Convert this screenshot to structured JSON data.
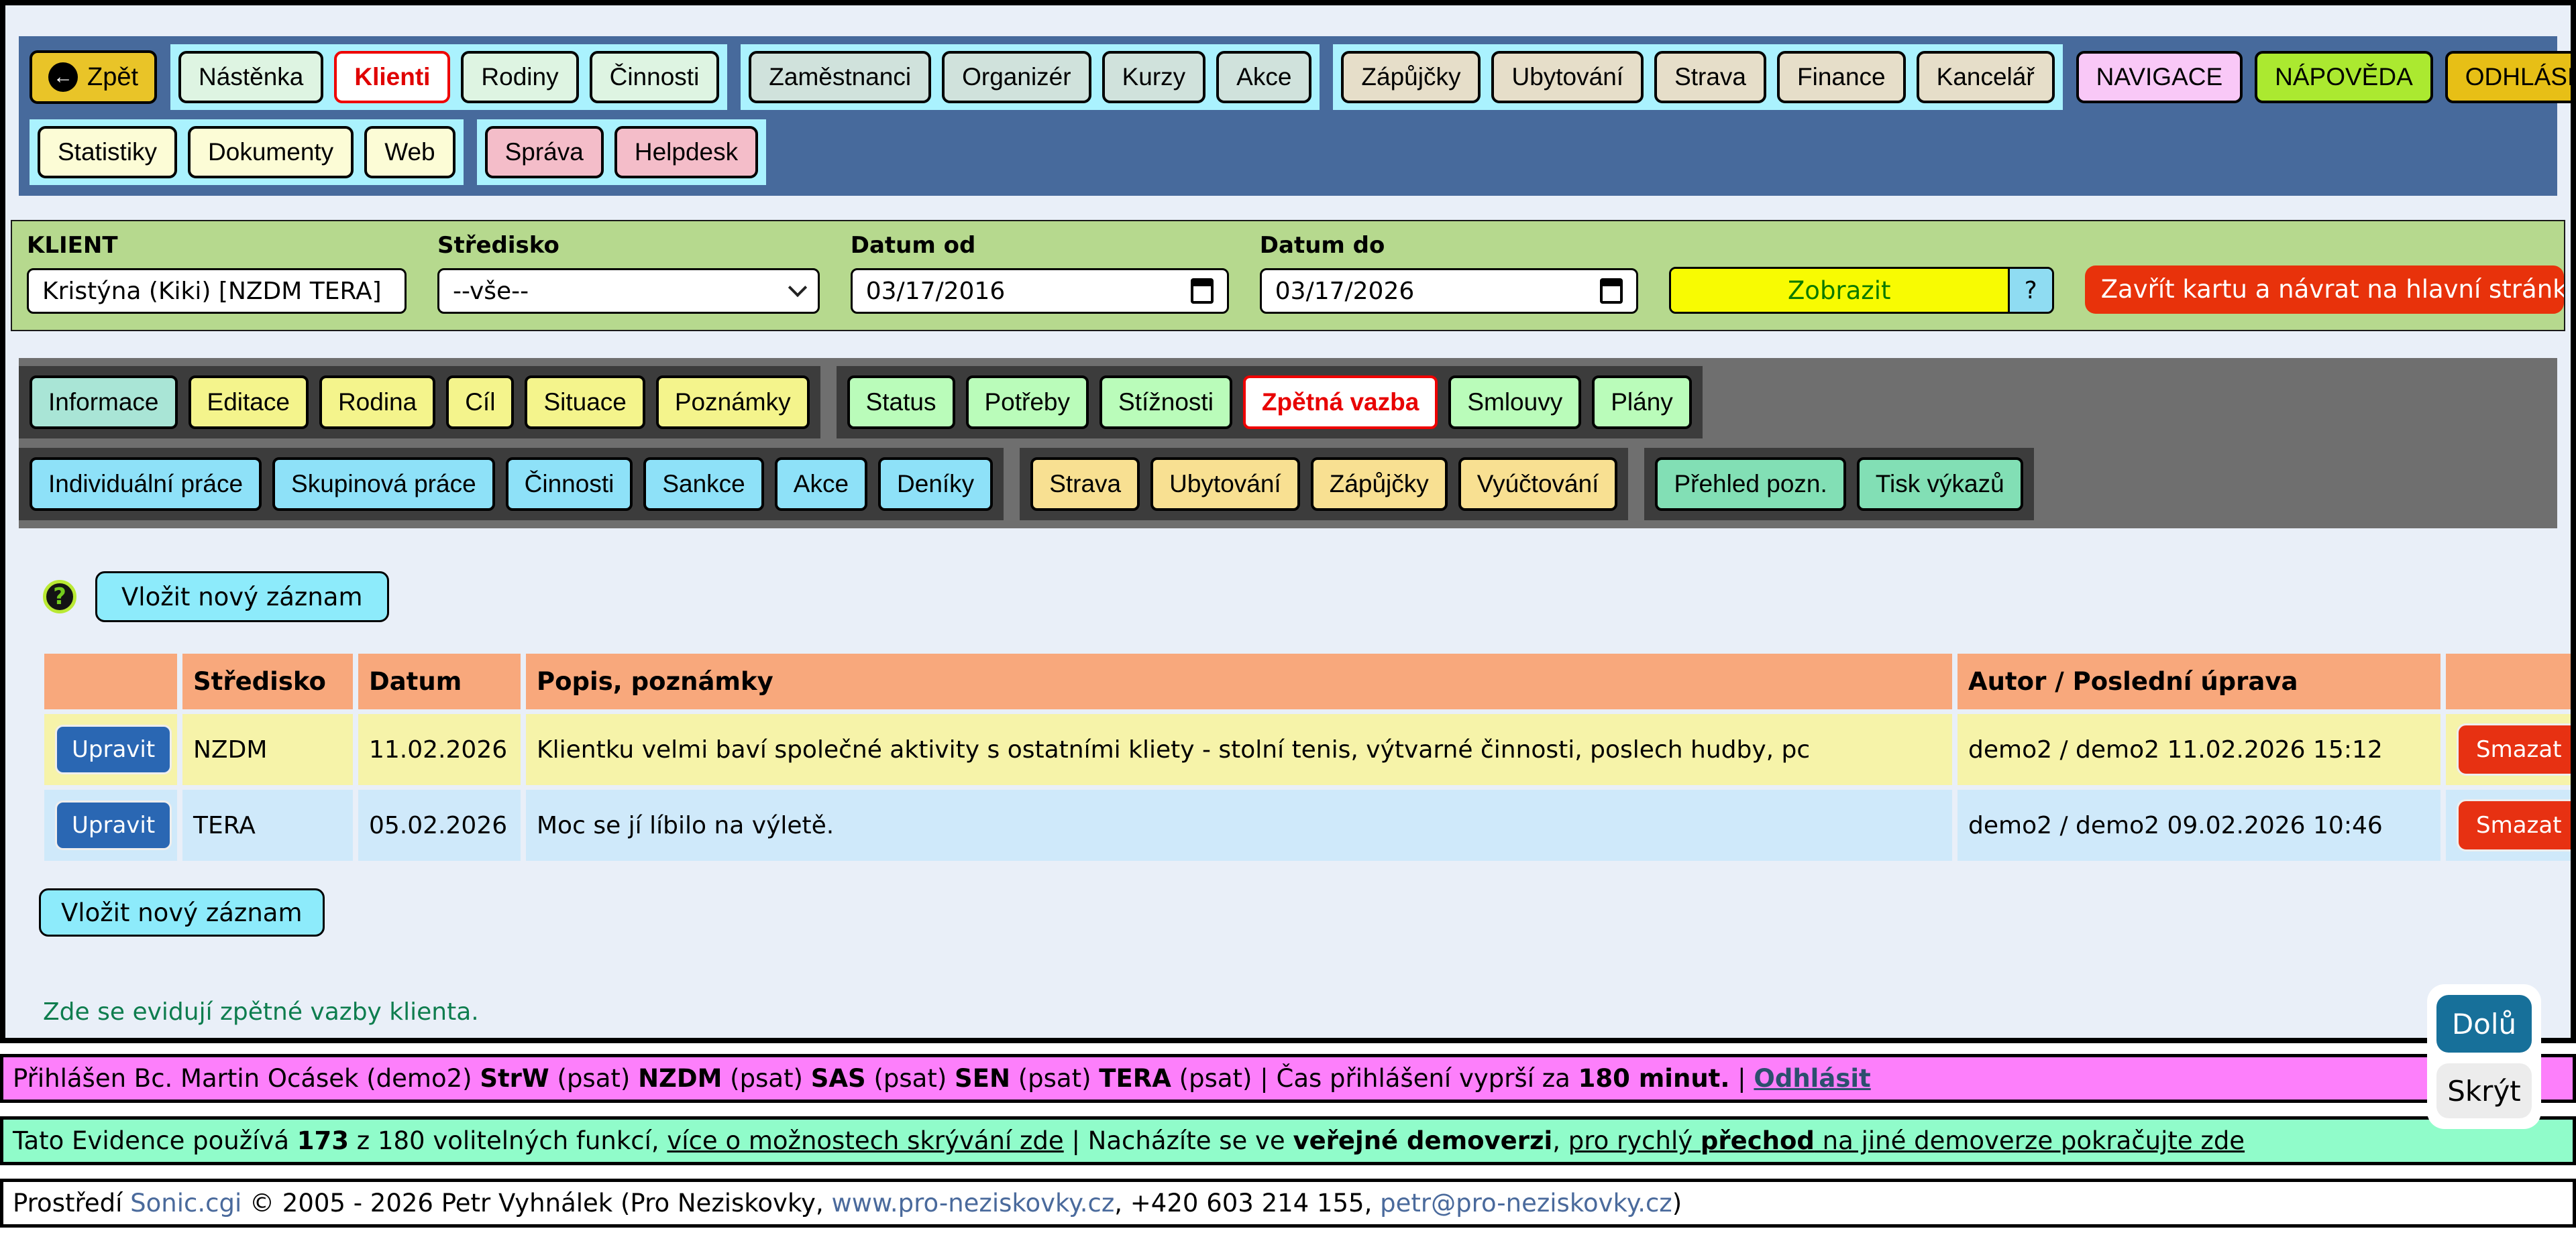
{
  "colors": {
    "nav_bg": "#476a9c",
    "group_bg": "#aaf2fe",
    "frame_bg": "#e9eff8",
    "filter_bg": "#b6d98e",
    "table_header_bg": "#f8a87c",
    "row_yellow": "#f6f3a9",
    "row_blue": "#cfe9fa",
    "edit_blue": "#2a67b3",
    "delete_red": "#e73112",
    "active_red": "#e80000",
    "insert_cyan": "#8debfb",
    "bar_magenta": "#fd7ffb",
    "bar_mint": "#90fcca"
  },
  "nav": {
    "back": {
      "label": "Zpět",
      "icon": "back-arrow-icon",
      "bg": "#e9c428"
    },
    "row1_groups": [
      {
        "items": [
          {
            "label": "Nástěnka",
            "bg": "#def4e2"
          },
          {
            "label": "Klienti",
            "bg": "#ffffff",
            "active": true
          },
          {
            "label": "Rodiny",
            "bg": "#def4e2"
          },
          {
            "label": "Činnosti",
            "bg": "#def4e2"
          }
        ]
      },
      {
        "items": [
          {
            "label": "Zaměstnanci",
            "bg": "#d0e2dc"
          },
          {
            "label": "Organizér",
            "bg": "#d0e2dc"
          },
          {
            "label": "Kurzy",
            "bg": "#d0e2dc"
          },
          {
            "label": "Akce",
            "bg": "#d0e2dc"
          }
        ]
      },
      {
        "items": [
          {
            "label": "Zápůjčky",
            "bg": "#e6dec9"
          },
          {
            "label": "Ubytování",
            "bg": "#e6dec9"
          },
          {
            "label": "Strava",
            "bg": "#e6dec9"
          },
          {
            "label": "Finance",
            "bg": "#e6dec9"
          },
          {
            "label": "Kancelář",
            "bg": "#e6dec9"
          }
        ]
      }
    ],
    "right_buttons": [
      {
        "label": "NAVIGACE",
        "bg": "#f9c8f7"
      },
      {
        "label": "NÁPOVĚDA",
        "bg": "#abe930"
      },
      {
        "label": "ODHLÁSIT",
        "bg": "#e7bf16"
      }
    ],
    "row2_groups": [
      {
        "items": [
          {
            "label": "Statistiky",
            "bg": "#fcfcd6"
          },
          {
            "label": "Dokumenty",
            "bg": "#fcfcd6"
          },
          {
            "label": "Web",
            "bg": "#fcfcd6"
          }
        ]
      },
      {
        "items": [
          {
            "label": "Správa",
            "bg": "#f4bdc9"
          },
          {
            "label": "Helpdesk",
            "bg": "#f4bdc9"
          }
        ]
      }
    ]
  },
  "filter": {
    "klient": {
      "label": "KLIENT",
      "value": "Kristýna (Kiki) [NZDM TERA]"
    },
    "stredisko": {
      "label": "Středisko",
      "value": "--vše--"
    },
    "datum_od": {
      "label": "Datum od",
      "value": "03/17/2016"
    },
    "datum_do": {
      "label": "Datum do",
      "value": "03/17/2026"
    },
    "zobrazit_label": "Zobrazit",
    "help_label": "?",
    "close_label": "Zavřít kartu a návrat na hlavní stránku"
  },
  "tabs": {
    "row1_groups": [
      {
        "items": [
          {
            "label": "Informace",
            "bg": "#a9e5d6"
          },
          {
            "label": "Editace",
            "bg": "#f4f48c"
          },
          {
            "label": "Rodina",
            "bg": "#f4f48c"
          },
          {
            "label": "Cíl",
            "bg": "#f4f48c"
          },
          {
            "label": "Situace",
            "bg": "#f4f48c"
          },
          {
            "label": "Poznámky",
            "bg": "#f4f48c"
          }
        ]
      },
      {
        "items": [
          {
            "label": "Status",
            "bg": "#bafcba"
          },
          {
            "label": "Potřeby",
            "bg": "#bafcba"
          },
          {
            "label": "Stížnosti",
            "bg": "#bafcba"
          },
          {
            "label": "Zpětná vazba",
            "bg": "#ffffff",
            "active": true
          },
          {
            "label": "Smlouvy",
            "bg": "#bafcba"
          },
          {
            "label": "Plány",
            "bg": "#bafcba"
          }
        ]
      }
    ],
    "row2_groups": [
      {
        "items": [
          {
            "label": "Individuální práce",
            "bg": "#8ee1f8"
          },
          {
            "label": "Skupinová práce",
            "bg": "#8ee1f8"
          },
          {
            "label": "Činnosti",
            "bg": "#8ee1f8"
          },
          {
            "label": "Sankce",
            "bg": "#8ee1f8"
          },
          {
            "label": "Akce",
            "bg": "#8ee1f8"
          },
          {
            "label": "Deníky",
            "bg": "#8ee1f8"
          }
        ]
      },
      {
        "items": [
          {
            "label": "Strava",
            "bg": "#f8e092"
          },
          {
            "label": "Ubytování",
            "bg": "#f8e092"
          },
          {
            "label": "Zápůjčky",
            "bg": "#f8e092"
          },
          {
            "label": "Vyúčtování",
            "bg": "#f8e092"
          }
        ]
      },
      {
        "items": [
          {
            "label": "Přehled pozn.",
            "bg": "#82dfb5"
          },
          {
            "label": "Tisk výkazů",
            "bg": "#82dfb5"
          }
        ]
      }
    ]
  },
  "content": {
    "help_icon": "?",
    "insert_label": "Vložit nový záznam",
    "note": "Zde se evidují zpětné vazby klienta."
  },
  "table": {
    "headers": [
      "",
      "Středisko",
      "Datum",
      "Popis, poznámky",
      "Autor / Poslední úprava",
      ""
    ],
    "edit_label": "Upravit",
    "delete_label": "Smazat",
    "rows": [
      {
        "stredisko": "NZDM",
        "datum": "11.02.2026",
        "popis": "Klientku velmi baví společné aktivity s ostatními kliety - stolní tenis, výtvarné činnosti, poslech hudby, pc",
        "autor": "demo2 / demo2 11.02.2026 15:12",
        "bg": "#f6f3a9"
      },
      {
        "stredisko": "TERA",
        "datum": "05.02.2026",
        "popis": "Moc se jí líbilo na výletě.",
        "autor": "demo2 / demo2 09.02.2026 10:46",
        "bg": "#cfe9fa"
      }
    ]
  },
  "scroll": {
    "down_label": "Dolů",
    "hide_label": "Skrýt"
  },
  "statusbars": {
    "login": [
      {
        "t": "Přihlášen Bc. Martin Ocásek (demo2) "
      },
      {
        "t": "StrW",
        "b": 1
      },
      {
        "t": " (psat) "
      },
      {
        "t": "NZDM",
        "b": 1
      },
      {
        "t": " (psat) "
      },
      {
        "t": "SAS",
        "b": 1
      },
      {
        "t": " (psat) "
      },
      {
        "t": "SEN",
        "b": 1
      },
      {
        "t": " (psat) "
      },
      {
        "t": "TERA",
        "b": 1
      },
      {
        "t": " (psat)  |  Čas přihlášení vyprší za "
      },
      {
        "t": "180 minut.",
        "b": 1
      },
      {
        "t": "  |  "
      },
      {
        "t": "Odhlásit",
        "b": 1,
        "u": 1,
        "c": "#2c4f6e",
        "i": 1
      }
    ],
    "info": [
      {
        "t": "Tato Evidence používá "
      },
      {
        "t": "173",
        "b": 1
      },
      {
        "t": " z 180 volitelných funkcí, "
      },
      {
        "t": "více o možnostech skrývání zde",
        "u": 1,
        "i": 1
      },
      {
        "t": "  |  Nacházíte se ve "
      },
      {
        "t": "veřejné demoverzi",
        "b": 1
      },
      {
        "t": ", "
      },
      {
        "t": "pro rychlý ",
        "u": 1,
        "i": 1
      },
      {
        "t": "přechod",
        "b": 1,
        "u": 1,
        "i": 1
      },
      {
        "t": " na jiné demoverze pokračujte zde",
        "u": 1,
        "i": 1
      }
    ],
    "copyright": [
      {
        "t": "Prostředí "
      },
      {
        "t": "Sonic.cgi",
        "c": "#4a6a9c",
        "i": 1
      },
      {
        "t": " © 2005 - 2026 Petr Vyhnálek (Pro Neziskovky, "
      },
      {
        "t": "www.pro-neziskovky.cz",
        "c": "#4a6a9c",
        "i": 1
      },
      {
        "t": ", +420 603 214 155, "
      },
      {
        "t": "petr@pro-neziskovky.cz",
        "c": "#4a6a9c",
        "i": 1
      },
      {
        "t": ")"
      }
    ]
  }
}
